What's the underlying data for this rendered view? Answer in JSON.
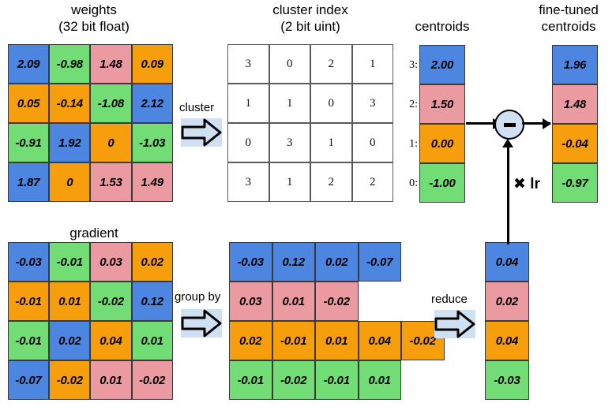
{
  "title": "Deep Compression weight clustering and fine-tuning diagram",
  "headings": {
    "weights": "weights\n(32 bit float)",
    "cluster_index": "cluster index\n(2 bit uint)",
    "centroids": "centroids",
    "fine_tuned_centroids": "fine-tuned\ncentroids",
    "gradient": "gradient"
  },
  "labels": {
    "cluster": "cluster",
    "group_by": "group by",
    "reduce": "reduce",
    "lr": "✖ lr"
  },
  "colors": {
    "blue": "#4d86e0",
    "green": "#72dd74",
    "pink": "#ea9aa0",
    "orange": "#f79e0d",
    "arrow_fill": "#cfe0f2",
    "outline": "#000000"
  },
  "weights": {
    "rows": [
      [
        {
          "v": "2.09",
          "c": "blue"
        },
        {
          "v": "-0.98",
          "c": "green"
        },
        {
          "v": "1.48",
          "c": "pink"
        },
        {
          "v": "0.09",
          "c": "orange"
        }
      ],
      [
        {
          "v": "0.05",
          "c": "orange"
        },
        {
          "v": "-0.14",
          "c": "orange"
        },
        {
          "v": "-1.08",
          "c": "green"
        },
        {
          "v": "2.12",
          "c": "blue"
        }
      ],
      [
        {
          "v": "-0.91",
          "c": "green"
        },
        {
          "v": "1.92",
          "c": "blue"
        },
        {
          "v": "0",
          "c": "orange"
        },
        {
          "v": "-1.03",
          "c": "green"
        }
      ],
      [
        {
          "v": "1.87",
          "c": "blue"
        },
        {
          "v": "0",
          "c": "orange"
        },
        {
          "v": "1.53",
          "c": "pink"
        },
        {
          "v": "1.49",
          "c": "pink"
        }
      ]
    ]
  },
  "cluster_index": {
    "rows": [
      [
        "3",
        "0",
        "2",
        "1"
      ],
      [
        "1",
        "1",
        "0",
        "3"
      ],
      [
        "0",
        "3",
        "1",
        "0"
      ],
      [
        "3",
        "1",
        "2",
        "2"
      ]
    ]
  },
  "centroids": {
    "row_labels": [
      "3:",
      "2:",
      "1:",
      "0:"
    ],
    "cells": [
      {
        "v": "2.00",
        "c": "blue"
      },
      {
        "v": "1.50",
        "c": "pink"
      },
      {
        "v": "0.00",
        "c": "orange"
      },
      {
        "v": "-1.00",
        "c": "green"
      }
    ]
  },
  "fine_tuned_centroids": {
    "cells": [
      {
        "v": "1.96",
        "c": "blue"
      },
      {
        "v": "1.48",
        "c": "pink"
      },
      {
        "v": "-0.04",
        "c": "orange"
      },
      {
        "v": "-0.97",
        "c": "green"
      }
    ]
  },
  "gradient": {
    "rows": [
      [
        {
          "v": "-0.03",
          "c": "blue"
        },
        {
          "v": "-0.01",
          "c": "green"
        },
        {
          "v": "0.03",
          "c": "pink"
        },
        {
          "v": "0.02",
          "c": "orange"
        }
      ],
      [
        {
          "v": "-0.01",
          "c": "orange"
        },
        {
          "v": "0.01",
          "c": "orange"
        },
        {
          "v": "-0.02",
          "c": "green"
        },
        {
          "v": "0.12",
          "c": "blue"
        }
      ],
      [
        {
          "v": "-0.01",
          "c": "green"
        },
        {
          "v": "0.02",
          "c": "blue"
        },
        {
          "v": "0.04",
          "c": "orange"
        },
        {
          "v": "0.01",
          "c": "green"
        }
      ],
      [
        {
          "v": "-0.07",
          "c": "blue"
        },
        {
          "v": "-0.02",
          "c": "orange"
        },
        {
          "v": "0.01",
          "c": "pink"
        },
        {
          "v": "-0.02",
          "c": "pink"
        }
      ]
    ]
  },
  "grouped_gradient": {
    "rows": [
      {
        "c": "blue",
        "values": [
          "-0.03",
          "0.12",
          "0.02",
          "-0.07"
        ]
      },
      {
        "c": "pink",
        "values": [
          "0.03",
          "0.01",
          "-0.02"
        ]
      },
      {
        "c": "orange",
        "values": [
          "0.02",
          "-0.01",
          "0.01",
          "0.04",
          "-0.02"
        ]
      },
      {
        "c": "green",
        "values": [
          "-0.01",
          "-0.02",
          "-0.01",
          "0.01"
        ]
      }
    ]
  },
  "reduced_gradient": {
    "cells": [
      {
        "v": "0.04",
        "c": "blue"
      },
      {
        "v": "0.02",
        "c": "pink"
      },
      {
        "v": "0.04",
        "c": "orange"
      },
      {
        "v": "-0.03",
        "c": "green"
      }
    ]
  }
}
